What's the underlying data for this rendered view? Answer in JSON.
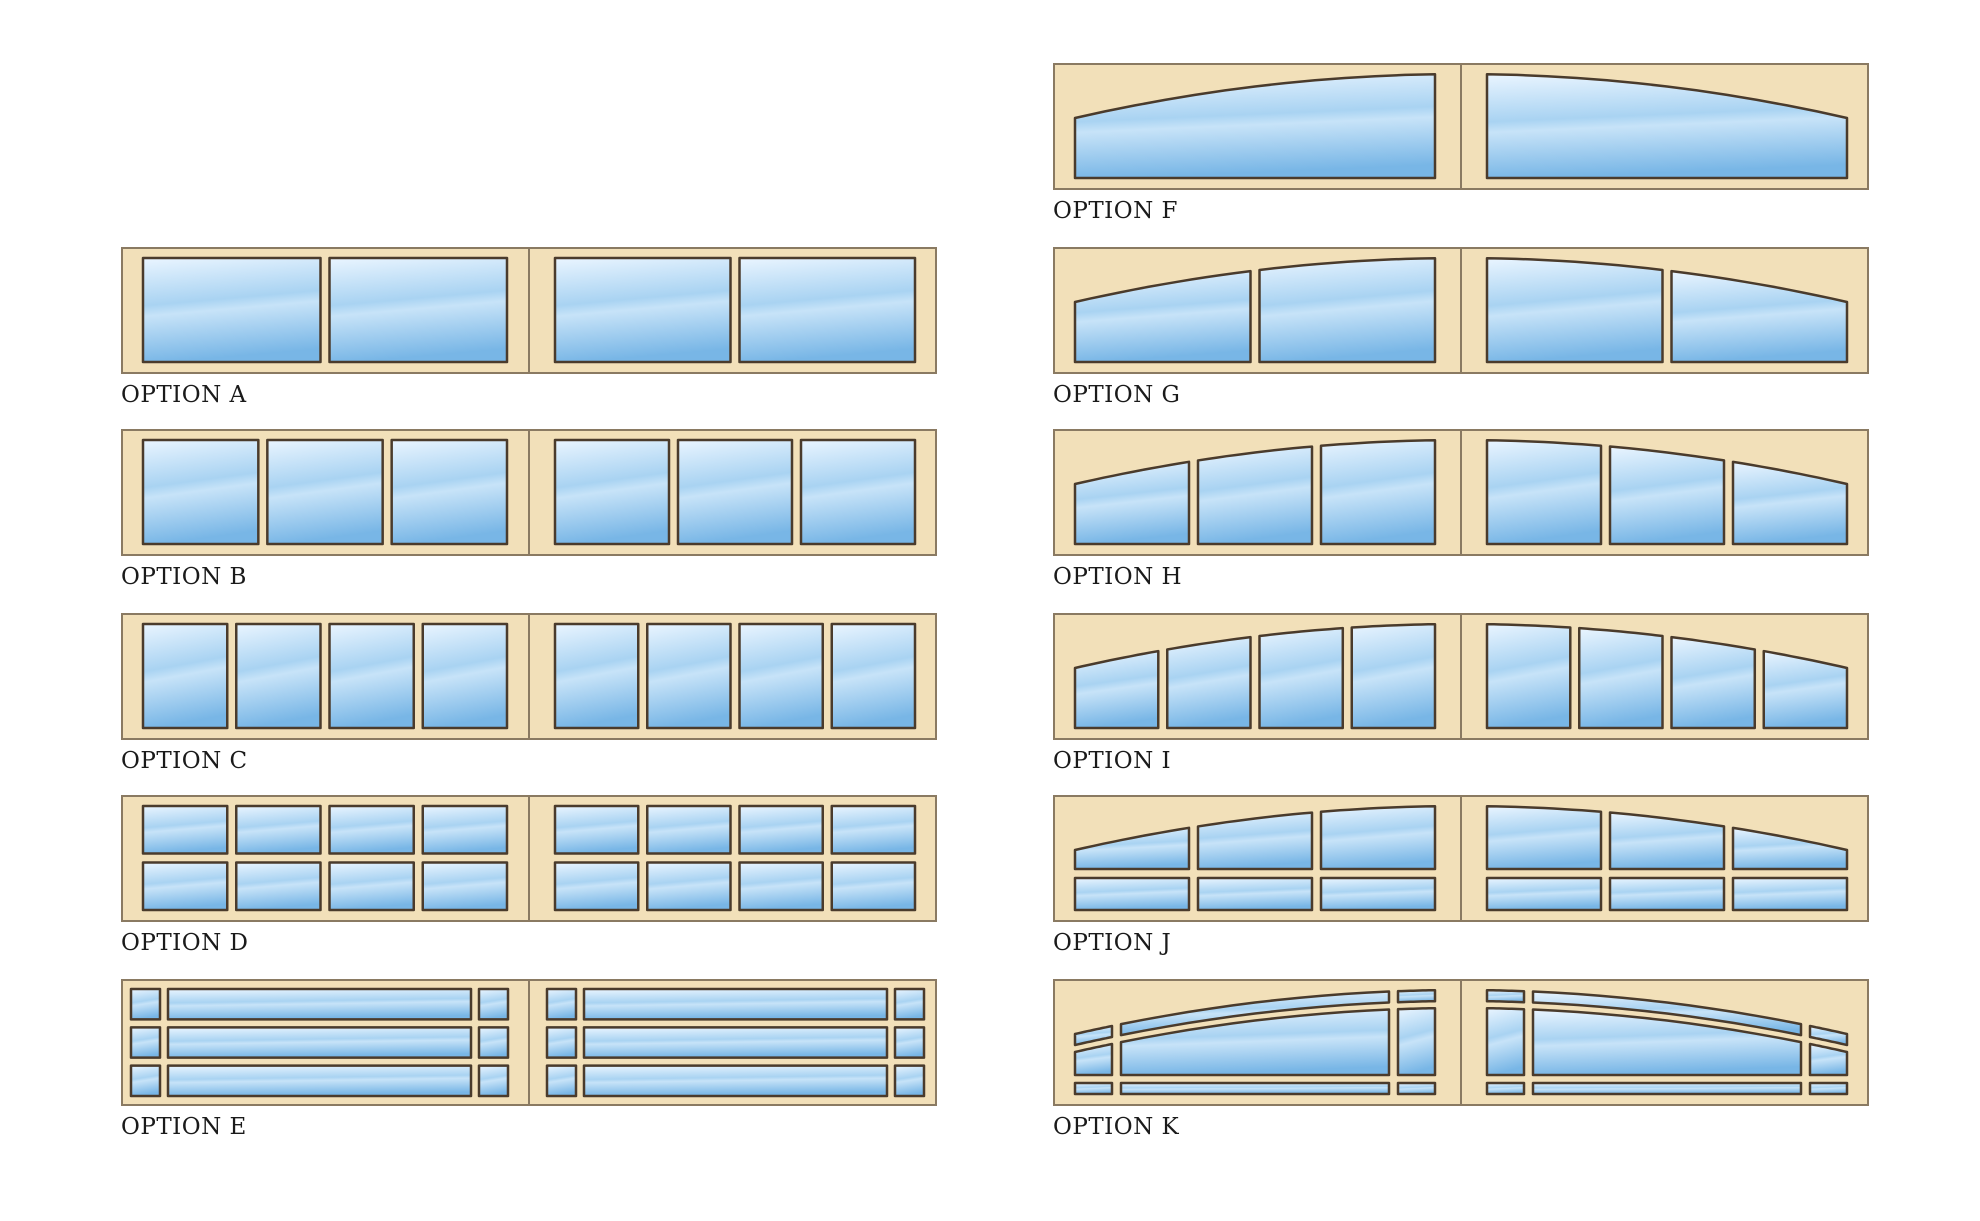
{
  "colors": {
    "frame": "#f2e0b9",
    "frame_border": "#8a7a62",
    "mullion": "#f2e0b9",
    "glass_top": "#eaf5ff",
    "glass_mid": "#a9d3f2",
    "glass_bottom": "#78b6e6",
    "pane_border": "#4a3b2c"
  },
  "options": [
    {
      "id": "A",
      "label": "OPTION A",
      "style": "flat",
      "cols": 2,
      "rows": 1
    },
    {
      "id": "B",
      "label": "OPTION B",
      "style": "flat",
      "cols": 3,
      "rows": 1
    },
    {
      "id": "C",
      "label": "OPTION C",
      "style": "flat",
      "cols": 4,
      "rows": 1
    },
    {
      "id": "D",
      "label": "OPTION D",
      "style": "flat",
      "cols": 4,
      "rows": 2
    },
    {
      "id": "E",
      "label": "OPTION E",
      "style": "prairie",
      "cols": 3,
      "rows": 3
    },
    {
      "id": "F",
      "label": "OPTION F",
      "style": "arched",
      "cols": 1,
      "rows": 1
    },
    {
      "id": "G",
      "label": "OPTION G",
      "style": "arched",
      "cols": 2,
      "rows": 1
    },
    {
      "id": "H",
      "label": "OPTION H",
      "style": "arched",
      "cols": 3,
      "rows": 1
    },
    {
      "id": "I",
      "label": "OPTION I",
      "style": "arched",
      "cols": 4,
      "rows": 1
    },
    {
      "id": "J",
      "label": "OPTION J",
      "style": "arched",
      "cols": 3,
      "rows": 2
    },
    {
      "id": "K",
      "label": "OPTION K",
      "style": "arched-prairie",
      "cols": 3,
      "rows": 3
    }
  ]
}
